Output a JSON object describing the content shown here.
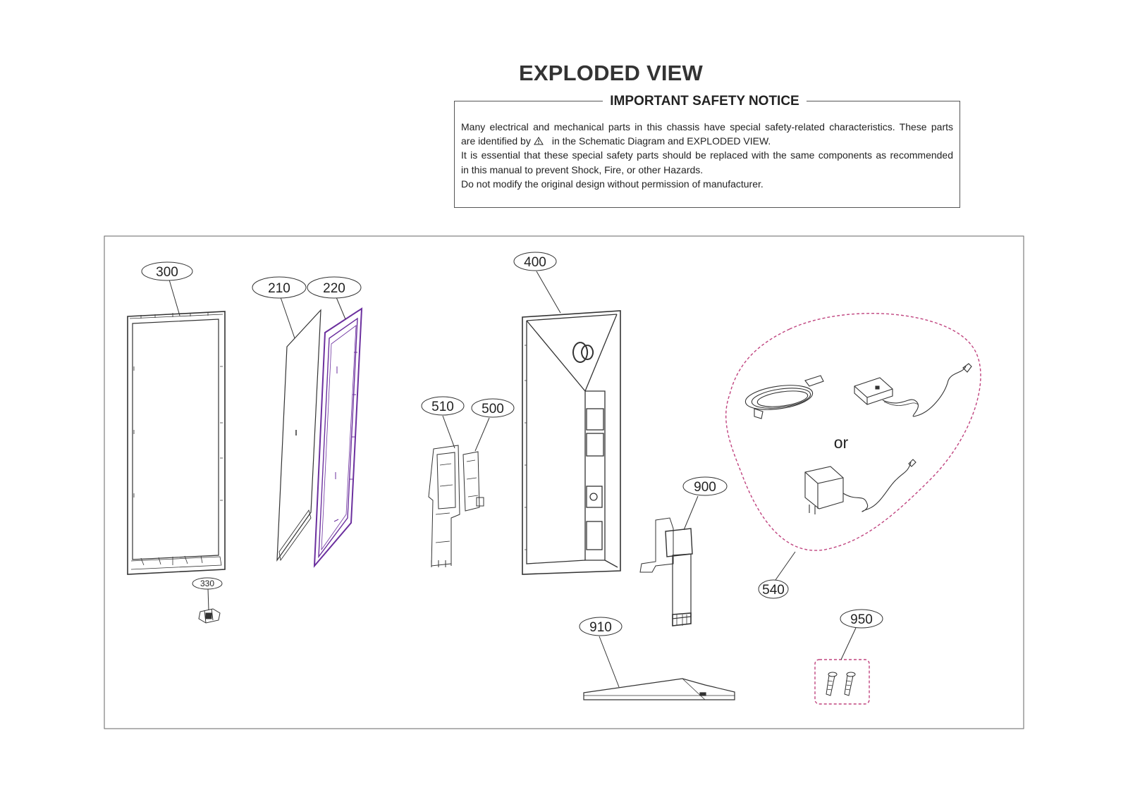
{
  "title": "EXPLODED VIEW",
  "notice": {
    "title": "IMPORTANT SAFETY NOTICE",
    "line1": "Many electrical and mechanical parts in this chassis have special safety-related characteristics. These parts",
    "line2_pre": "are identified by",
    "line2_post": "in the Schematic Diagram and EXPLODED VIEW.",
    "line3": "It is essential that these special safety parts should be replaced with the same components as recommended",
    "line4": "in this manual to prevent Shock, Fire, or other Hazards.",
    "line5": "Do not modify the original design without permission of manufacturer."
  },
  "parts": {
    "p300": "300",
    "p330": "330",
    "p210": "210",
    "p220": "220",
    "p400": "400",
    "p510": "510",
    "p500": "500",
    "p900": "900",
    "p910": "910",
    "p540": "540",
    "p950": "950"
  },
  "or_label": "or",
  "colors": {
    "line": "#333333",
    "highlight_purple": "#6b2f9e",
    "dashed_magenta": "#c0447f"
  }
}
